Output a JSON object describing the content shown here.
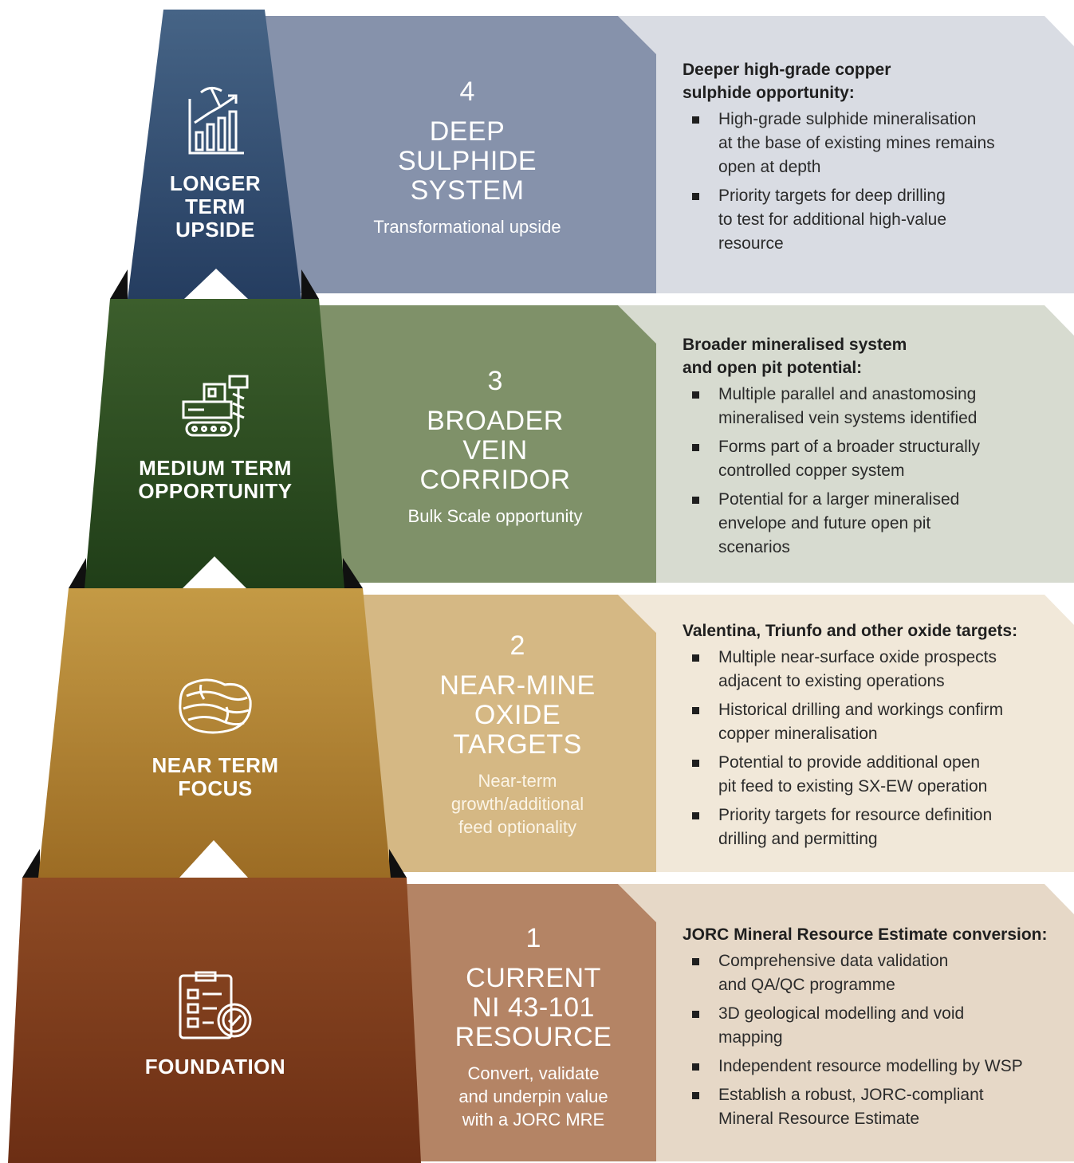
{
  "tiers": [
    {
      "level_label": [
        "LONGER",
        "TERM",
        "UPSIDE"
      ],
      "icon": "mining-growth-chart-icon",
      "number": "4",
      "title": [
        "DEEP",
        "SULPHIDE",
        "SYSTEM"
      ],
      "subtitle": [
        "Transformational upside"
      ],
      "heading": [
        "Deeper high-grade copper",
        "sulphide opportunity:"
      ],
      "bullets": [
        [
          "High-grade sulphide mineralisation",
          "at the base of existing mines remains",
          "open at depth"
        ],
        [
          "Priority targets for deep drilling",
          "to test for additional high-value",
          "resource"
        ]
      ]
    },
    {
      "level_label": [
        "MEDIUM TERM",
        "OPPORTUNITY"
      ],
      "icon": "drilling-rig-icon",
      "number": "3",
      "title": [
        "BROADER",
        "VEIN",
        "CORRIDOR"
      ],
      "subtitle": [
        "Bulk Scale opportunity"
      ],
      "heading": [
        "Broader mineralised system",
        "and open pit potential:"
      ],
      "bullets": [
        [
          "Multiple parallel and anastomosing",
          "mineralised vein systems identified"
        ],
        [
          "Forms part of a broader structurally",
          "controlled copper system"
        ],
        [
          "Potential for a larger mineralised",
          "envelope and future open pit",
          "scenarios"
        ]
      ]
    },
    {
      "level_label": [
        "NEAR TERM",
        "FOCUS"
      ],
      "icon": "ore-rock-icon",
      "number": "2",
      "title": [
        "NEAR-MINE",
        "OXIDE",
        "TARGETS"
      ],
      "subtitle": [
        "Near-term",
        "growth/additional",
        "feed optionality"
      ],
      "heading": [
        "Valentina, Triunfo and other oxide targets:"
      ],
      "bullets": [
        [
          "Multiple near-surface oxide prospects",
          "adjacent to existing operations"
        ],
        [
          "Historical drilling and workings confirm",
          "copper mineralisation"
        ],
        [
          "Potential to provide additional open",
          "pit feed to existing SX-EW operation"
        ],
        [
          "Priority targets for resource definition",
          "drilling and permitting"
        ]
      ]
    },
    {
      "level_label": [
        "FOUNDATION"
      ],
      "icon": "clipboard-check-icon",
      "number": "1",
      "title": [
        "CURRENT",
        "NI 43-101",
        "RESOURCE"
      ],
      "subtitle": [
        "Convert, validate",
        "and underpin value",
        "with a JORC MRE"
      ],
      "heading": [
        "JORC Mineral Resource Estimate conversion:"
      ],
      "bullets": [
        [
          "Comprehensive data validation",
          "and QA/QC programme"
        ],
        [
          "3D geological modelling and void",
          "mapping"
        ],
        [
          "Independent resource modelling by WSP"
        ],
        [
          "Establish a robust, JORC-compliant",
          "Mineral Resource Estimate"
        ]
      ]
    }
  ],
  "colors": {
    "tier4": [
      "#466486",
      "#253d60",
      "#8692ab",
      "#d9dce3"
    ],
    "tier3": [
      "#3c5e2c",
      "#203e18",
      "#7f9169",
      "#d7dbd0"
    ],
    "tier2": [
      "#c49a45",
      "#9c6c24",
      "#d5b884",
      "#f1e8d9"
    ],
    "tier1": [
      "#8e4b24",
      "#6c2e14",
      "#b48465",
      "#e6d8c7"
    ]
  }
}
